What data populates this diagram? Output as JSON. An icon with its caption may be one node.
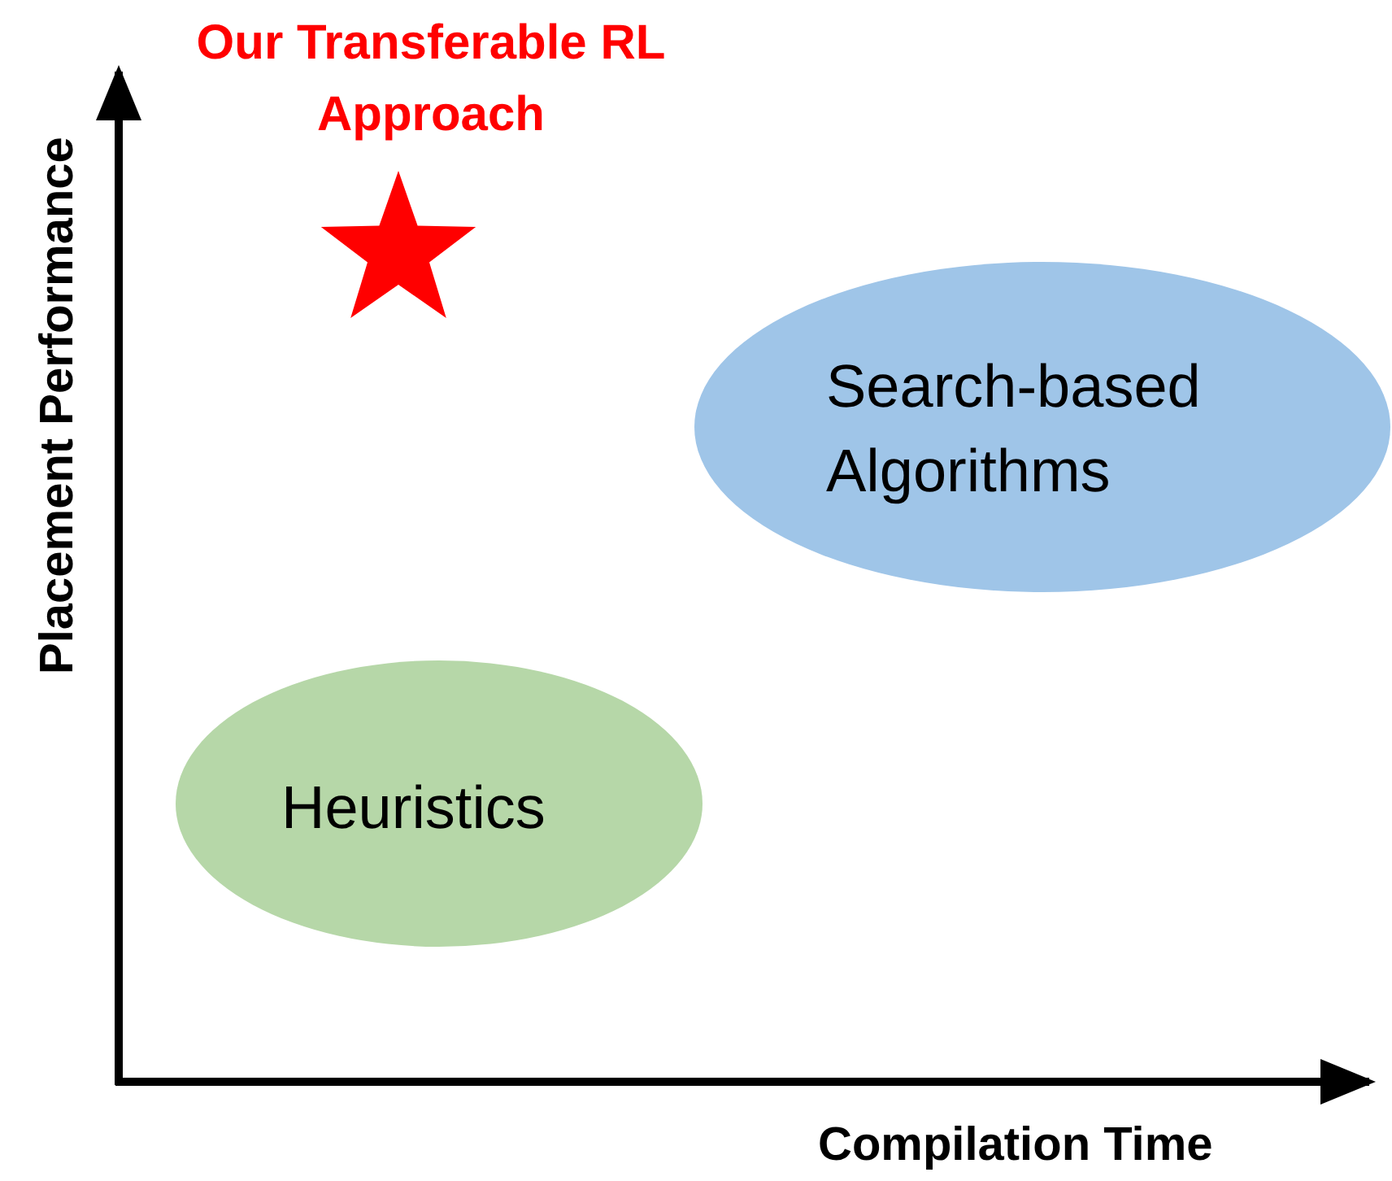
{
  "diagram": {
    "nodes": [
      {
        "text": [
          "Our Transferable RL Approach"
        ]
      },
      {
        "text": [
          "Search-based Algorithms"
        ]
      },
      {
        "text": [
          "Heuristics"
        ]
      }
    ],
    "labels": [
      "Placement Performance",
      "Compilation Time"
    ]
  }
}
